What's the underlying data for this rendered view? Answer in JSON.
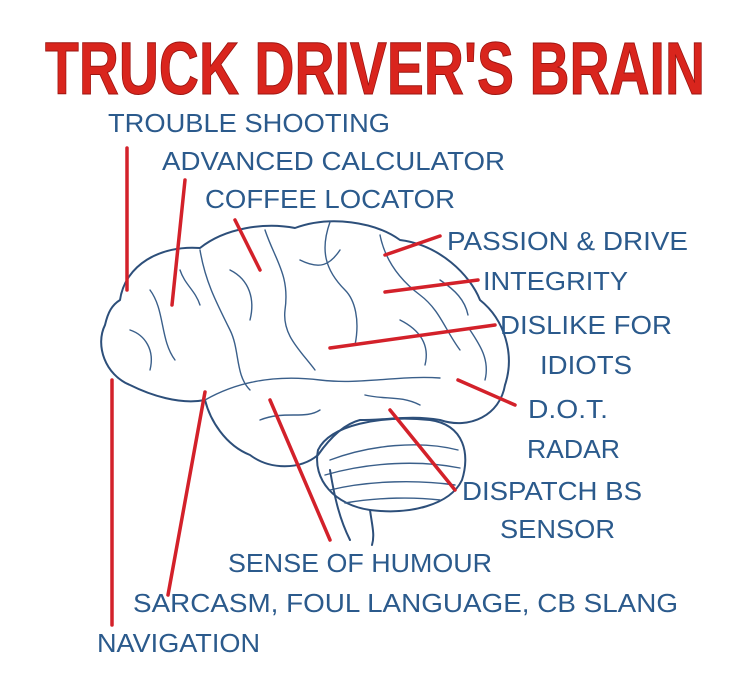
{
  "title": "TRUCK DRIVER'S BRAIN",
  "labels": {
    "trouble": "TROUBLE SHOOTING",
    "calculator": "ADVANCED CALCULATOR",
    "coffee": "COFFEE LOCATOR",
    "passion": "PASSION & DRIVE",
    "integrity": "INTEGRITY",
    "dislike_1": "DISLIKE FOR",
    "dislike_2": "IDIOTS",
    "dot_1": "D.O.T.",
    "dot_2": "RADAR",
    "dispatch_1": "DISPATCH BS",
    "dispatch_2": "SENSOR",
    "humour": "SENSE OF HUMOUR",
    "sarcasm": "SARCASM, FOUL LANGUAGE, CB SLANG",
    "navigation": "NAVIGATION"
  },
  "colors": {
    "title": "#d9251d",
    "label": "#2b5a8c",
    "pointer": "#d3212a"
  }
}
